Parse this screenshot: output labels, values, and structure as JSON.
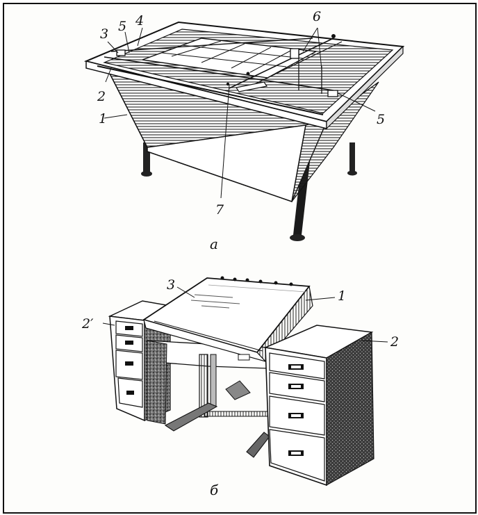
{
  "figure_a": {
    "caption": "а",
    "labels": [
      "1",
      "2",
      "3",
      "4",
      "5",
      "5",
      "6",
      "7"
    ]
  },
  "figure_b": {
    "caption": "б",
    "labels": [
      "1",
      "2",
      "2′",
      "3"
    ]
  },
  "colors": {
    "ink": "#111111",
    "paper": "#fdfdfb"
  }
}
